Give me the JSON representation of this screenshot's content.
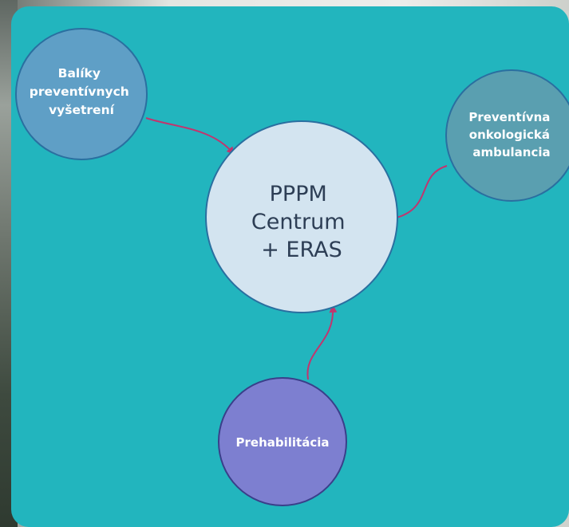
{
  "diagram": {
    "center": {
      "lines": [
        "PPPM",
        "Centrum",
        "+ ERAS"
      ],
      "color": "#d3e4f0"
    },
    "nodes": [
      {
        "id": "baliky",
        "lines": [
          "Balíky",
          "preventívnych",
          "vyšetrení"
        ],
        "color": "#5f9fc6"
      },
      {
        "id": "preventivna",
        "lines": [
          "Preventívna",
          "onkologická",
          "ambulancia"
        ],
        "color": "#5a9fb0"
      },
      {
        "id": "prehabilitacia",
        "lines": [
          "Prehabilitácia"
        ],
        "color": "#7d7fd0"
      }
    ],
    "panel_color": "#22b5be",
    "arrow_color": "#c2356e"
  }
}
